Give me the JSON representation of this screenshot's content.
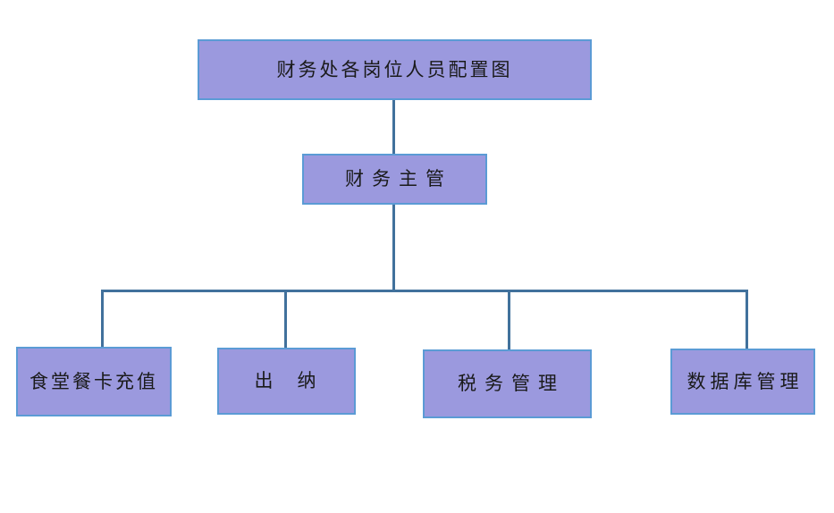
{
  "colors": {
    "background": "#ffffff",
    "box_fill": "#9b99de",
    "box_border": "#5b9bd5",
    "connector": "#41719c",
    "text": "#1a1a1a"
  },
  "org_chart": {
    "title_node": {
      "label": "财务处各岗位人员配置图"
    },
    "manager_node": {
      "label": "财务主管"
    },
    "leaf_nodes": [
      {
        "label": "食堂餐卡充值"
      },
      {
        "label": "出　纳"
      },
      {
        "label": "税务管理"
      },
      {
        "label": "数据库管理"
      }
    ]
  }
}
